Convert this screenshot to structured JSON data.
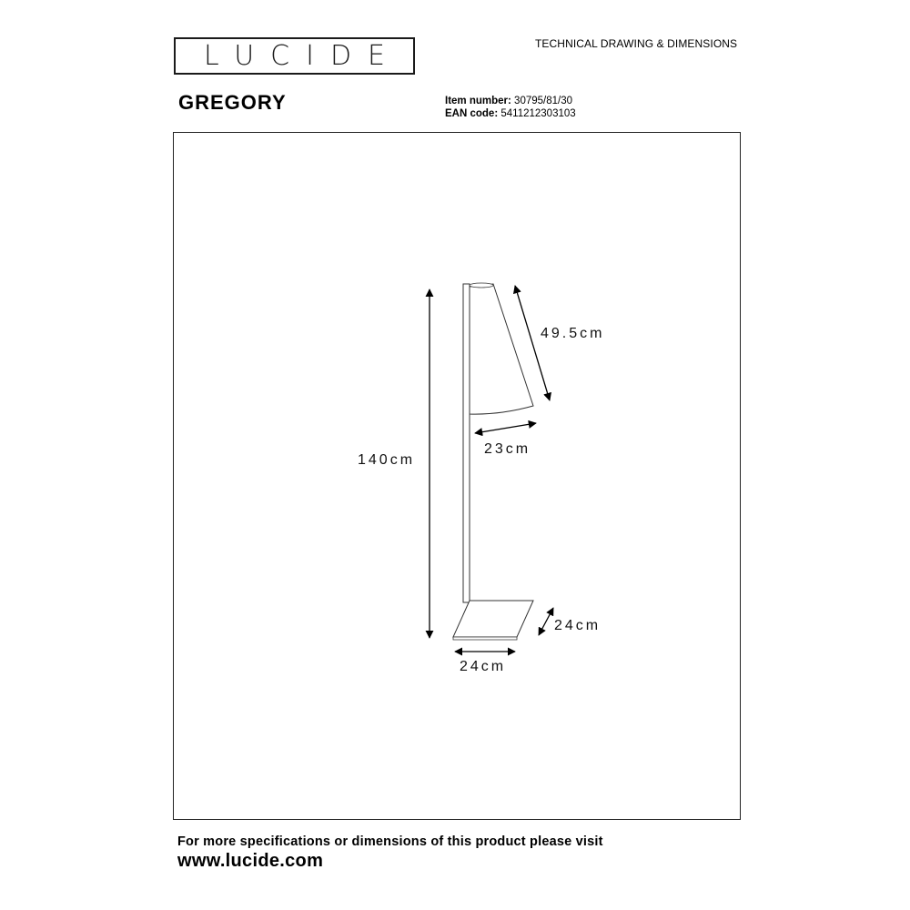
{
  "header": {
    "brand": "LUCIDE",
    "document_type": "TECHNICAL DRAWING & DIMENSIONS"
  },
  "product": {
    "name": "GREGORY",
    "item_number_label": "Item number:",
    "item_number": "30795/81/30",
    "ean_label": "EAN code:",
    "ean": "5411212303103"
  },
  "dimensions": {
    "height": "140cm",
    "shade_length": "49.5cm",
    "shade_diameter": "23cm",
    "base_depth": "24cm",
    "base_width": "24cm"
  },
  "footer": {
    "note": "For more specifications or dimensions of this product please visit",
    "url": "www.lucide.com"
  }
}
